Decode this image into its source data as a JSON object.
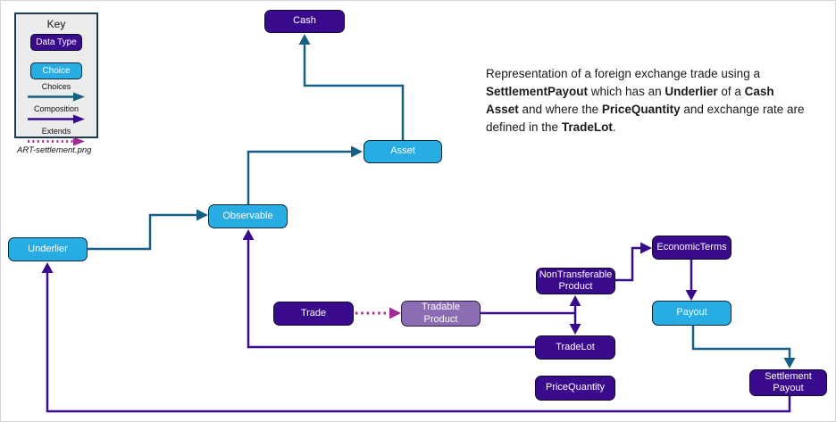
{
  "key": {
    "title": "Key",
    "data_type_label": "Data Type",
    "choice_label": "Choice",
    "arrows": [
      {
        "label": "Choices",
        "color": "#156082",
        "style": "solid"
      },
      {
        "label": "Composition",
        "color": "#3A0A8C",
        "style": "solid"
      },
      {
        "label": "Extends",
        "color": "#A02B93",
        "style": "dotted"
      }
    ]
  },
  "caption": "ART-settlement.png",
  "description": {
    "parts": [
      {
        "text": "Representation of a foreign exchange trade using a ",
        "bold": false
      },
      {
        "text": "SettlementPayout",
        "bold": true
      },
      {
        "text": " which has an ",
        "bold": false
      },
      {
        "text": "Underlier",
        "bold": true
      },
      {
        "text": " of a ",
        "bold": false
      },
      {
        "text": "Cash Asset",
        "bold": true
      },
      {
        "text": " and where the ",
        "bold": false
      },
      {
        "text": "PriceQuantity",
        "bold": true
      },
      {
        "text": " and exchange rate are defined in the ",
        "bold": false
      },
      {
        "text": "TradeLot",
        "bold": true
      },
      {
        "text": ".",
        "bold": false
      }
    ]
  },
  "colors": {
    "data_type_fill": "#3A0A8C",
    "choice_fill": "#27ACE3",
    "tradable_product_fill": "#8B6DB4",
    "choices_arrow": "#156082",
    "composition_arrow": "#3A0A8C",
    "extends_arrow": "#A02B93"
  },
  "nodes": [
    {
      "id": "cash",
      "label": "Cash",
      "kind": "data-type"
    },
    {
      "id": "asset",
      "label": "Asset",
      "kind": "choice"
    },
    {
      "id": "observable",
      "label": "Observable",
      "kind": "choice"
    },
    {
      "id": "underlier",
      "label": "Underlier",
      "kind": "choice"
    },
    {
      "id": "trade",
      "label": "Trade",
      "kind": "data-type"
    },
    {
      "id": "tradable-product",
      "label": "Tradable Product",
      "kind": "data-type"
    },
    {
      "id": "nontransferable-product",
      "label": "NonTransferable Product",
      "kind": "data-type"
    },
    {
      "id": "economic-terms",
      "label": "EconomicTerms",
      "kind": "data-type"
    },
    {
      "id": "payout",
      "label": "Payout",
      "kind": "choice"
    },
    {
      "id": "trade-lot",
      "label": "TradeLot",
      "kind": "data-type"
    },
    {
      "id": "price-quantity",
      "label": "PriceQuantity",
      "kind": "data-type"
    },
    {
      "id": "settlement-payout",
      "label": "Settlement Payout",
      "kind": "data-type"
    }
  ]
}
